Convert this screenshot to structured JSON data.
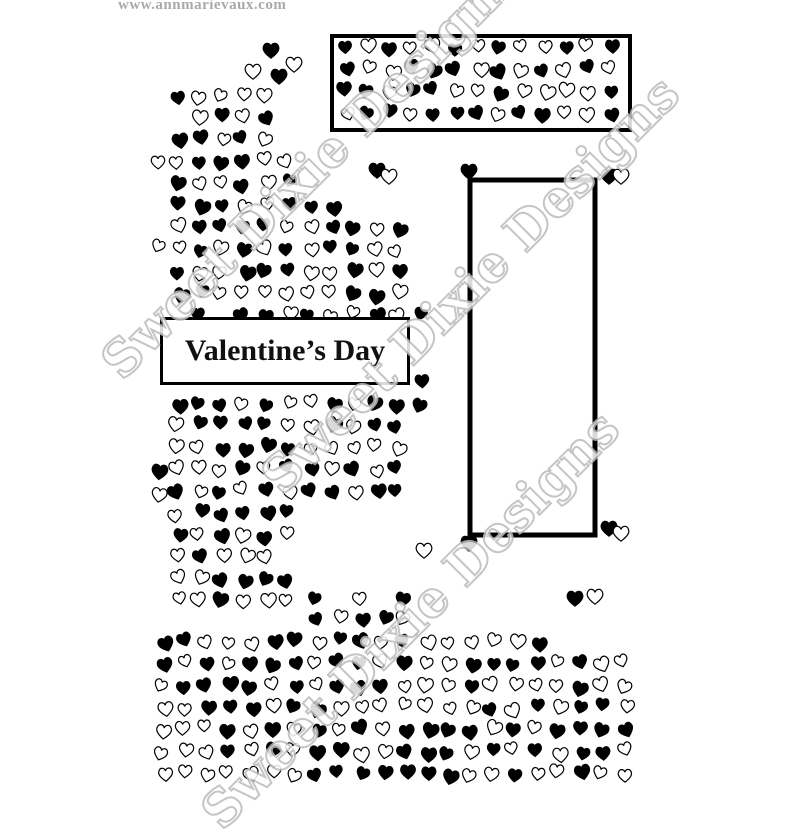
{
  "header": {
    "url": "www.annmarievaux.com"
  },
  "stamp": {
    "label": "Valentine’s Day"
  },
  "watermark": {
    "text": "Sweet Dixie Designs"
  },
  "colors": {
    "ink": "#000000",
    "watermark": "#bbbbbb",
    "url": "#a9a9a9"
  }
}
